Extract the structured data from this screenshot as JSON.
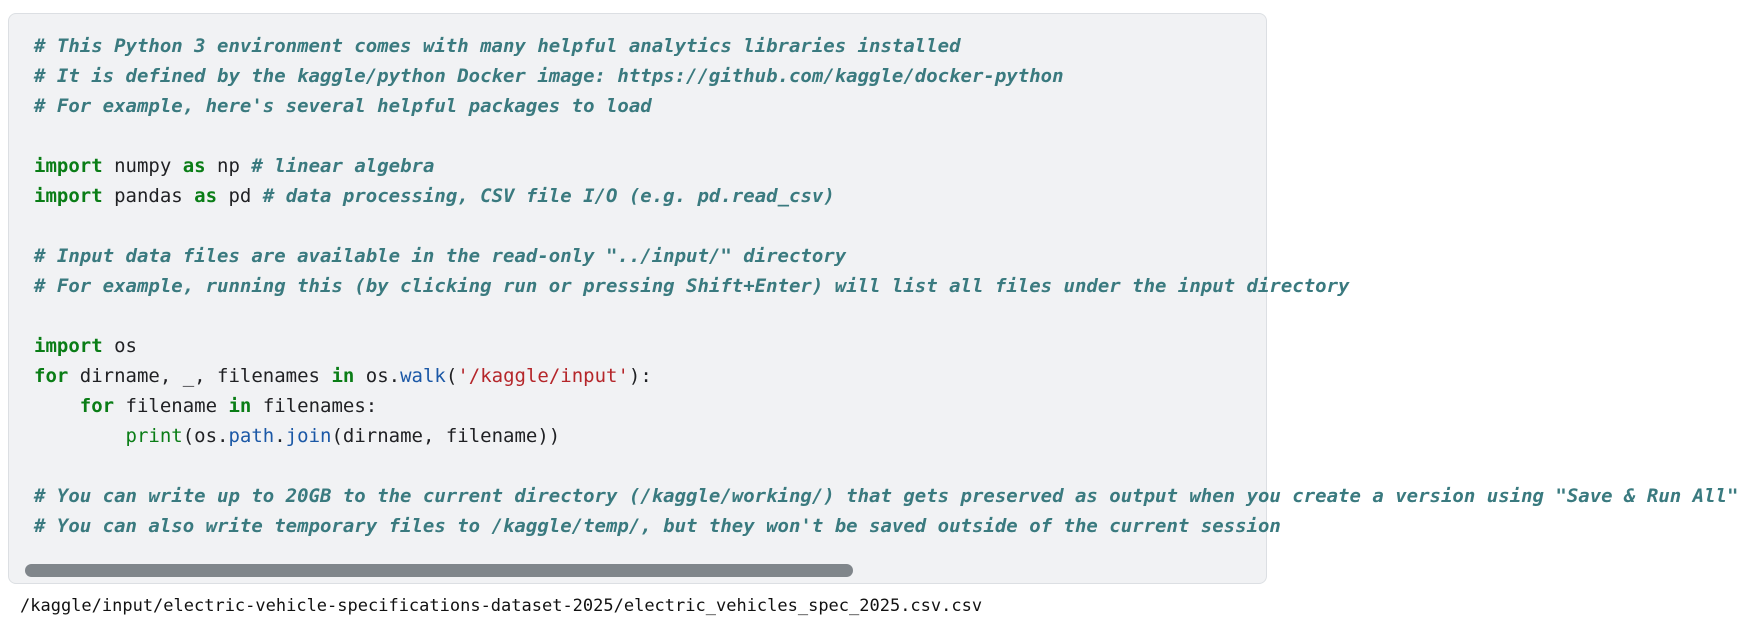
{
  "cell": {
    "lines": {
      "l1": "# This Python 3 environment comes with many helpful analytics libraries installed",
      "l2": "# It is defined by the kaggle/python Docker image: https://github.com/kaggle/docker-python",
      "l3": "# For example, here's several helpful packages to load",
      "l5": {
        "kw1": "import",
        "a": " numpy ",
        "kw2": "as",
        "b": " np ",
        "comment": "# linear algebra"
      },
      "l6": {
        "kw1": "import",
        "a": " pandas ",
        "kw2": "as",
        "b": " pd ",
        "comment": "# data processing, CSV file I/O (e.g. pd.read_csv)"
      },
      "l8": "# Input data files are available in the read-only \"../input/\" directory",
      "l9": "# For example, running this (by clicking run or pressing Shift+Enter) will list all files under the input directory",
      "l11": {
        "kw1": "import",
        "a": " os"
      },
      "l12": {
        "kw1": "for",
        "a": " dirname, _, filenames ",
        "kw2": "in",
        "b": " os.",
        "attr": "walk",
        "c": "(",
        "str": "'/kaggle/input'",
        "d": "):"
      },
      "l13": {
        "indent": "    ",
        "kw1": "for",
        "a": " filename ",
        "kw2": "in",
        "b": " filenames:"
      },
      "l14": {
        "indent": "        ",
        "builtin": "print",
        "a": "(os.",
        "attr1": "path",
        "b": ".",
        "attr2": "join",
        "c": "(dirname, filename))"
      },
      "l16": "# You can write up to 20GB to the current directory (/kaggle/working/) that gets preserved as output when you create a version using \"Save & Run All\"",
      "l17": "# You can also write temporary files to /kaggle/temp/, but they won't be saved outside of the current session"
    }
  },
  "output": {
    "text": "/kaggle/input/electric-vehicle-specifications-dataset-2025/electric_vehicles_spec_2025.csv.csv"
  },
  "scrollbar": {
    "thumb_fraction": 0.67,
    "position_fraction": 0.0
  },
  "colors": {
    "cell_background": "#f1f2f4",
    "comment": "#3a7a7f",
    "keyword": "#0a7d16",
    "string": "#b5262a",
    "attribute": "#1b58a6",
    "scrollbar_thumb": "#80868b"
  }
}
